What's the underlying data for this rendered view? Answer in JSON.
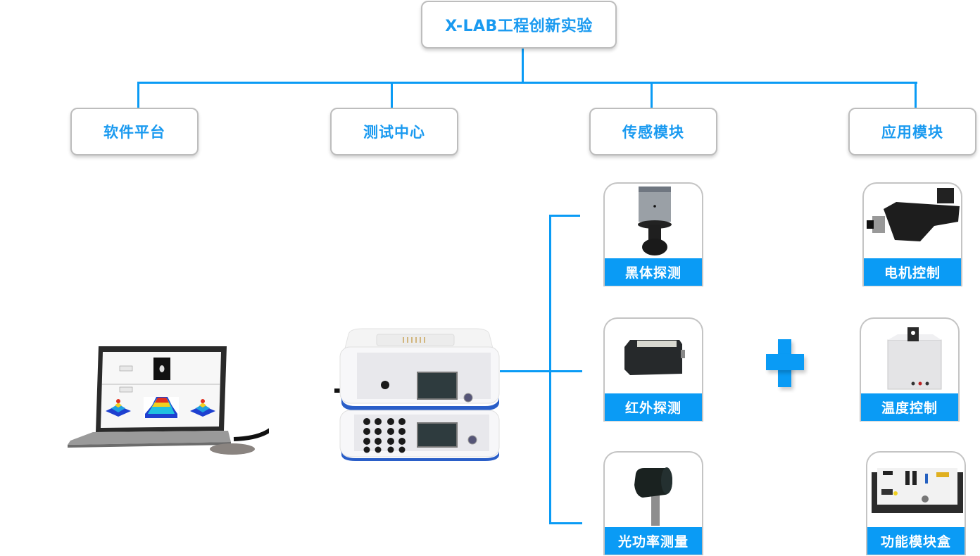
{
  "root": {
    "label": "X-LAB工程创新实验"
  },
  "categories": [
    {
      "id": "software",
      "label": "软件平台"
    },
    {
      "id": "test-center",
      "label": "测试中心"
    },
    {
      "id": "sensor",
      "label": "传感模块"
    },
    {
      "id": "application",
      "label": "应用模块"
    }
  ],
  "sensor_modules": [
    {
      "label": "黑体探测",
      "icon": "blackbody-detector-icon"
    },
    {
      "label": "红外探测",
      "icon": "infrared-detector-icon"
    },
    {
      "label": "光功率测量",
      "icon": "optical-power-meter-icon"
    }
  ],
  "application_modules": [
    {
      "label": "电机控制",
      "icon": "motor-stage-icon"
    },
    {
      "label": "温度控制",
      "icon": "temperature-box-icon"
    },
    {
      "label": "功能模块盒",
      "icon": "circuit-board-icon"
    }
  ],
  "plus_symbol": "plus-icon",
  "colors": {
    "accent": "#0a9bf5",
    "node_text": "#1a9af0",
    "node_border": "#bdbdbd"
  }
}
